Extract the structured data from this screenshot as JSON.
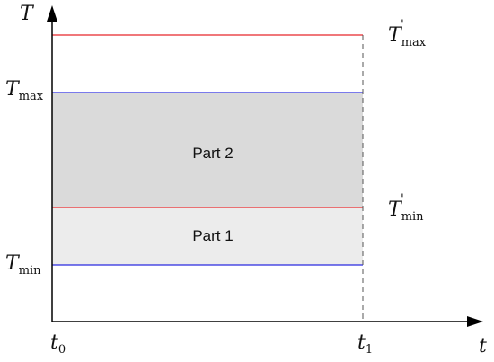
{
  "axes": {
    "y_symbol": "T",
    "x_symbol": "t"
  },
  "labels": {
    "t0": {
      "main": "t",
      "sub": "0"
    },
    "t1": {
      "main": "t",
      "sub": "1"
    },
    "tmax": {
      "main": "T",
      "sub": "max"
    },
    "tmin": {
      "main": "T",
      "sub": "min"
    },
    "tmax_prime": {
      "main": "T",
      "sub": "max",
      "prime": "'"
    },
    "tmin_prime": {
      "main": "T",
      "sub": "min",
      "prime": "'"
    }
  },
  "regions": {
    "part2": "Part 2",
    "part1": "Part 1"
  },
  "colors": {
    "red_line": "#e8262a",
    "blue_line": "#2a2ae0",
    "part2_fill": "#dadada",
    "part1_fill": "#ececec",
    "axis": "#000000",
    "dashed": "#555555"
  }
}
